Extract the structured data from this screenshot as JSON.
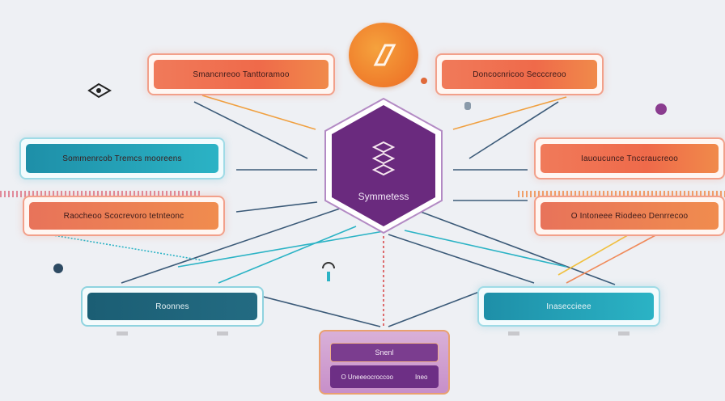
{
  "hub": {
    "label": "Symmetess"
  },
  "nodes": {
    "top_left": "Smancnreoo Tanttoramoo",
    "top_right": "Doncocnricoo Secccreoo",
    "mid_left_teal": "Sommenrcob Tremcs mooreens",
    "mid_right_orange": "Iauoucunce Tnccraucreoo",
    "lower_left_orange": "Raocheoo Scocrevoro tetnteonc",
    "lower_right_orange": "O Intoneee Riodeeo Denrrecoo",
    "bottom_left_dark": "Roonnes",
    "bottom_right_teal": "Inaseccieee"
  },
  "bottom_panel": {
    "title": "Snenl",
    "left_text": "O Uneeeocroccoo",
    "right_text": "Ineo"
  },
  "colors": {
    "hub_purple": "#6a2a7e",
    "orange": "#ef6a4a",
    "teal": "#2bb3c5",
    "dark_teal": "#1b5e74",
    "logo": "#ef7a2a"
  },
  "icons": [
    "logo-icon",
    "node-stack-icon",
    "eye-icon",
    "plug-icon"
  ]
}
